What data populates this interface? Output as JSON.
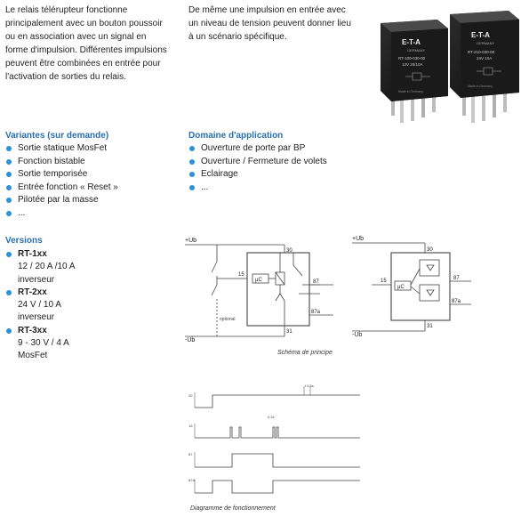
{
  "intro_left": [
    "Le relais télérupteur fonctionne",
    "principalement avec un bouton poussoir",
    "ou en association avec un signal en",
    "forme d'impulsion. Différentes impulsions",
    "peuvent être combinées en entrée pour",
    "l'activation de sorties du relais."
  ],
  "intro_right": [
    "De même une impulsion en entrée avec",
    "un niveau de tension peuvent donner lieu",
    "à un scénario spécifique."
  ],
  "relays": {
    "brand": "E-T-A",
    "country": "GERMANY",
    "left_type": "RT-100-030-00",
    "left_rating": "12V 20/10A",
    "right_type": "RT-210-030-00",
    "right_rating": "24V 10A",
    "made_in": "Made in Germany"
  },
  "variants": {
    "heading": "Variantes (sur demande)",
    "items": [
      "Sortie statique MosFet",
      "Fonction bistable",
      "Sortie temporisée",
      "Entrée fonction « Reset »",
      "Pilotée par la masse",
      "..."
    ]
  },
  "domain": {
    "heading": "Domaine d'application",
    "items": [
      "Ouverture de porte par BP",
      "Ouverture / Fermeture de volets",
      "Eclairage",
      "..."
    ]
  },
  "versions": {
    "heading": "Versions",
    "items": [
      {
        "name": "RT-1xx",
        "lines": [
          "12 / 20 A /10 A",
          "inverseur"
        ]
      },
      {
        "name": "RT-2xx",
        "lines": [
          "24 V / 10 A",
          "inverseur"
        ]
      },
      {
        "name": "RT-3xx",
        "lines": [
          "9 - 30 V / 4 A",
          "MosFet"
        ]
      }
    ]
  },
  "schema": {
    "ub": "+Ub",
    "gnd": "-Ub",
    "pin_30": "30",
    "pin_15": "15",
    "pin_87": "87",
    "pin_87a": "87a",
    "pin_31": "31",
    "uc": "µC",
    "optional": "optional",
    "caption": "Schéma de principe"
  },
  "timing": {
    "label_30": "30",
    "label_15": "15",
    "label_87": "87",
    "label_87a": "87a",
    "note_top": "t 0,5s",
    "note_mid": "0,2s",
    "caption": "Diagramme de fonctionnement"
  },
  "colors": {
    "heading": "#2a6fb0",
    "bullet": "#2a90d8",
    "line": "#444444"
  }
}
